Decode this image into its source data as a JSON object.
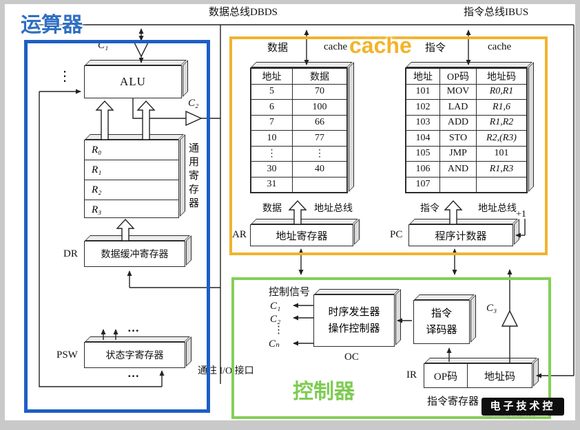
{
  "buses": {
    "data_bus_label": "数据总线DBDS",
    "instr_bus_label": "指令总线IBUS"
  },
  "alu_section": {
    "title": "运算器",
    "accent": "#2f6fc1",
    "c1": "C₁",
    "c2": "C₂",
    "alu_label": "ALU",
    "dots": "⋮",
    "registers": [
      "R₀",
      "R₁",
      "R₂",
      "R₃"
    ],
    "register_bank_label": "通用寄存器",
    "dr_label": "DR",
    "dr_box": "数据缓冲寄存器",
    "psw_label": "PSW",
    "psw_box": "状态字寄存器",
    "ellipsis_top": "…",
    "ellipsis_bottom": "…",
    "io_label": "通往 I/O 接口"
  },
  "cache_section": {
    "title": "cache",
    "accent": "#f3b32a",
    "data_cache": {
      "top_label": "数据",
      "cache_label": "cache",
      "table": {
        "headers": [
          "地址",
          "数据"
        ],
        "rows": [
          [
            "5",
            "70"
          ],
          [
            "6",
            "100"
          ],
          [
            "7",
            "66"
          ],
          [
            "10",
            "77"
          ],
          [
            "⋮",
            "⋮"
          ],
          [
            "30",
            "40"
          ],
          [
            "31",
            ""
          ]
        ]
      },
      "below_left": "数据",
      "below_right": "地址总线",
      "ar_label": "AR",
      "ar_box": "地址寄存器"
    },
    "instr_cache": {
      "top_label": "指令",
      "cache_label": "cache",
      "table": {
        "headers": [
          "地址",
          "OP码",
          "地址码"
        ],
        "rows": [
          [
            "101",
            "MOV",
            "R0,R1"
          ],
          [
            "102",
            "LAD",
            "R1,6"
          ],
          [
            "103",
            "ADD",
            "R1,R2"
          ],
          [
            "104",
            "STO",
            "R2,(R3)"
          ],
          [
            "105",
            "JMP",
            "101"
          ],
          [
            "106",
            "AND",
            "R1,R3"
          ],
          [
            "107",
            "",
            ""
          ]
        ]
      },
      "below_left": "指令",
      "below_right": "地址总线",
      "pc_label": "PC",
      "pc_box": "程序计数器",
      "plus_one": "+1"
    }
  },
  "control_section": {
    "title": "控制器",
    "accent": "#7ecb52",
    "signals_label": "控制信号",
    "c_labels": [
      "C₁",
      "C₂",
      "⋮",
      "Cₙ"
    ],
    "timing_box_line1": "时序发生器",
    "timing_box_line2": "操作控制器",
    "oc_label": "OC",
    "decoder_line1": "指令",
    "decoder_line2": "译码器",
    "c3": "C₃",
    "ir_label": "IR",
    "ir_op": "OP码",
    "ir_addr": "地址码",
    "ir_caption": "指令寄存器"
  },
  "watermark": {
    "text": "电子技术控",
    "url_text": "http://blog.csdn.net"
  }
}
